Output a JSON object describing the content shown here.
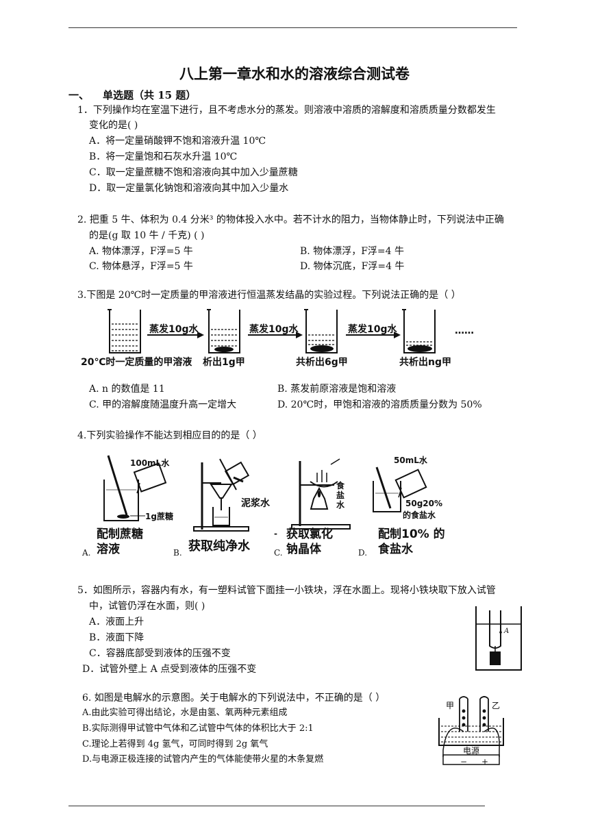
{
  "title": "八上第一章水和水的溶液综合测试卷",
  "section": {
    "number": "一、",
    "label": "单选题（共 15 题）"
  },
  "q1": {
    "stem1": "1．下列操作均在室温下进行，且不考虑水分的蒸发。则溶液中溶质的溶解度和溶质质量分数都发生",
    "stem2": "变化的是(      )",
    "a": "A．将一定量硝酸钾不饱和溶液升温  10℃",
    "b": "B．将一定量饱和石灰水升温  10℃",
    "c": "C．取一定量蔗糖不饱和溶液向其中加入少量蔗糖",
    "d": "D．取一定量氯化钠饱和溶液向其中加入少量水"
  },
  "q2": {
    "stem1": "2. 把重 5 牛、体积为 0.4 分米³ 的物体投入水中。若不计水的阻力，当物体静止时，下列说法中正确",
    "stem2": "的是(g 取 10 牛 / 千克)    (      )",
    "a": "A. 物体漂浮，F浮=5 牛",
    "b": "B. 物体漂浮，F浮=4 牛",
    "c": "C. 物体悬浮，F浮=5 牛",
    "d": "D. 物体沉底，F浮=4 牛"
  },
  "q3": {
    "stem": "3.下图是 20℃时一定质量的甲溶液进行恒温蒸发结晶的实验过程。下列说法正确的是（      ）",
    "fig": {
      "evap1": "蒸发10g水",
      "evap2": "蒸发10g水",
      "evap3": "蒸发10g水",
      "label0": "20℃时一定质量的甲溶液",
      "label1": "析出1g甲",
      "label2": "共析出6g甲",
      "label3": "共析出ng甲",
      "dots": "……"
    },
    "a": "A. n 的数值是 11",
    "b": "B. 蒸发前原溶液是饱和溶液",
    "c": "C. 甲的溶解度随温度升高一定增大",
    "d": "D. 20℃时，甲饱和溶液的溶质质量分数为 50%"
  },
  "q4": {
    "stem": "4.下列实验操作不能达到相应目的的是（      ）",
    "fig": {
      "a_water": "100mL水",
      "a_sugar": "1g蔗糖",
      "a_cap1": "配制蔗糖",
      "a_cap2": "溶液",
      "a_letter": "A.",
      "b_mud": "泥浆水",
      "b_cap": "获取纯净水",
      "b_letter": "B.",
      "c_salt1": "食",
      "c_salt2": "盐",
      "c_salt3": "水",
      "c_cap1": "获取氯化",
      "c_cap2": "钠晶体",
      "c_letter": "C.",
      "d_water": "50mL水",
      "d_salt1": "50g20%",
      "d_salt2": "的食盐水",
      "d_cap1": "配制10% 的",
      "d_cap2": "食盐水",
      "d_letter": "D."
    }
  },
  "q5": {
    "stem1": "5．如图所示，容器内有水，有一塑料试管下面挂一小铁块，浮在水面上。现将小铁块取下放入试管",
    "stem2": "中，试管仍浮在水面，则(      )",
    "a": "A．液面上升",
    "b": "B．液面下降",
    "c": "C．容器底部受到液体的压强不变",
    "d": "D．试管外壁上 A 点受到液体的压强不变",
    "fig_label": "A"
  },
  "q6": {
    "stem": "6.  如图是电解水的示意图。关于电解水的下列说法中，不正确的是（      ）",
    "a": "A.由此实验可得出结论，水是由氢、氧两种元素组成",
    "b": "B.实际测得甲试管中气体和乙试管中气体的体积比大于 2:1",
    "c": "C.理论上若得到 4g 氢气，可同时得到 2g 氧气",
    "d": "D.与电源正极连接的试管内产生的气体能使带火星的木条复燃",
    "fig": {
      "jia": "甲",
      "yi": "乙",
      "power": "电源",
      "minus": "−",
      "plus": "+"
    }
  }
}
